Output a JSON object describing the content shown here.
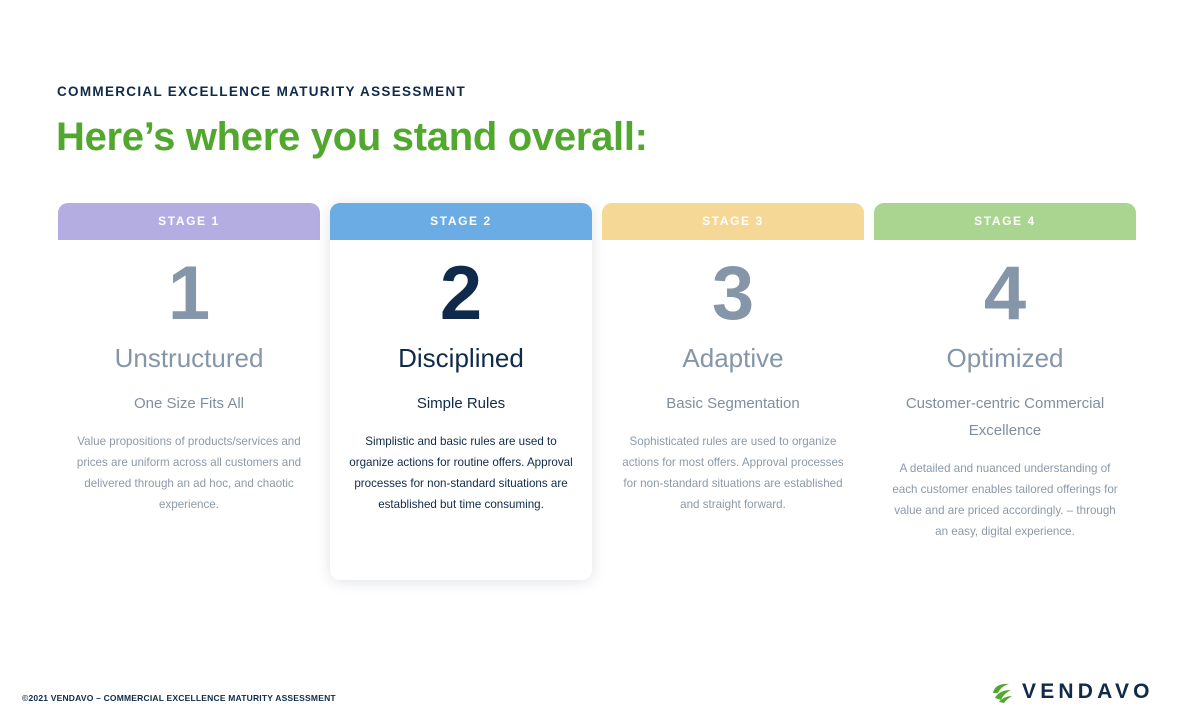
{
  "header": {
    "eyebrow": "COMMERCIAL EXCELLENCE MATURITY ASSESSMENT",
    "headline": "Here’s where you stand overall:"
  },
  "stages": [
    {
      "tab": "STAGE 1",
      "number": "1",
      "name": "Unstructured",
      "subtitle": "One Size Fits All",
      "description": "Value propositions of products/services and prices are uniform across all customers and delivered through an ad hoc, and chaotic experience.",
      "color": "#b4ade2",
      "active": false
    },
    {
      "tab": "STAGE 2",
      "number": "2",
      "name": "Disciplined",
      "subtitle": "Simple Rules",
      "description": "Simplistic and basic rules are used to organize actions for routine offers. Approval processes for non-standard situations are established but time consuming.",
      "color": "#6aace3",
      "active": true
    },
    {
      "tab": "STAGE 3",
      "number": "3",
      "name": "Adaptive",
      "subtitle": "Basic Segmentation",
      "description": "Sophisticated rules are used to organize actions for most offers. Approval processes for non-standard situations are established and straight forward.",
      "color": "#f5d895",
      "active": false
    },
    {
      "tab": "STAGE 4",
      "number": "4",
      "name": "Optimized",
      "subtitle": "Customer-centric Commercial Excellence",
      "description": "A detailed and nuanced understanding of each customer enables tailored offerings for value and are priced accordingly. – through an easy, digital experience.",
      "color": "#a9d590",
      "active": false
    }
  ],
  "footer": {
    "copyright": "©2021 VENDAVO – COMMERCIAL EXCELLENCE MATURITY ASSESSMENT"
  },
  "logo": {
    "wordmark": "VENDAVO",
    "icon": "leaf-swirl-icon",
    "icon_color": "#52a82e"
  }
}
